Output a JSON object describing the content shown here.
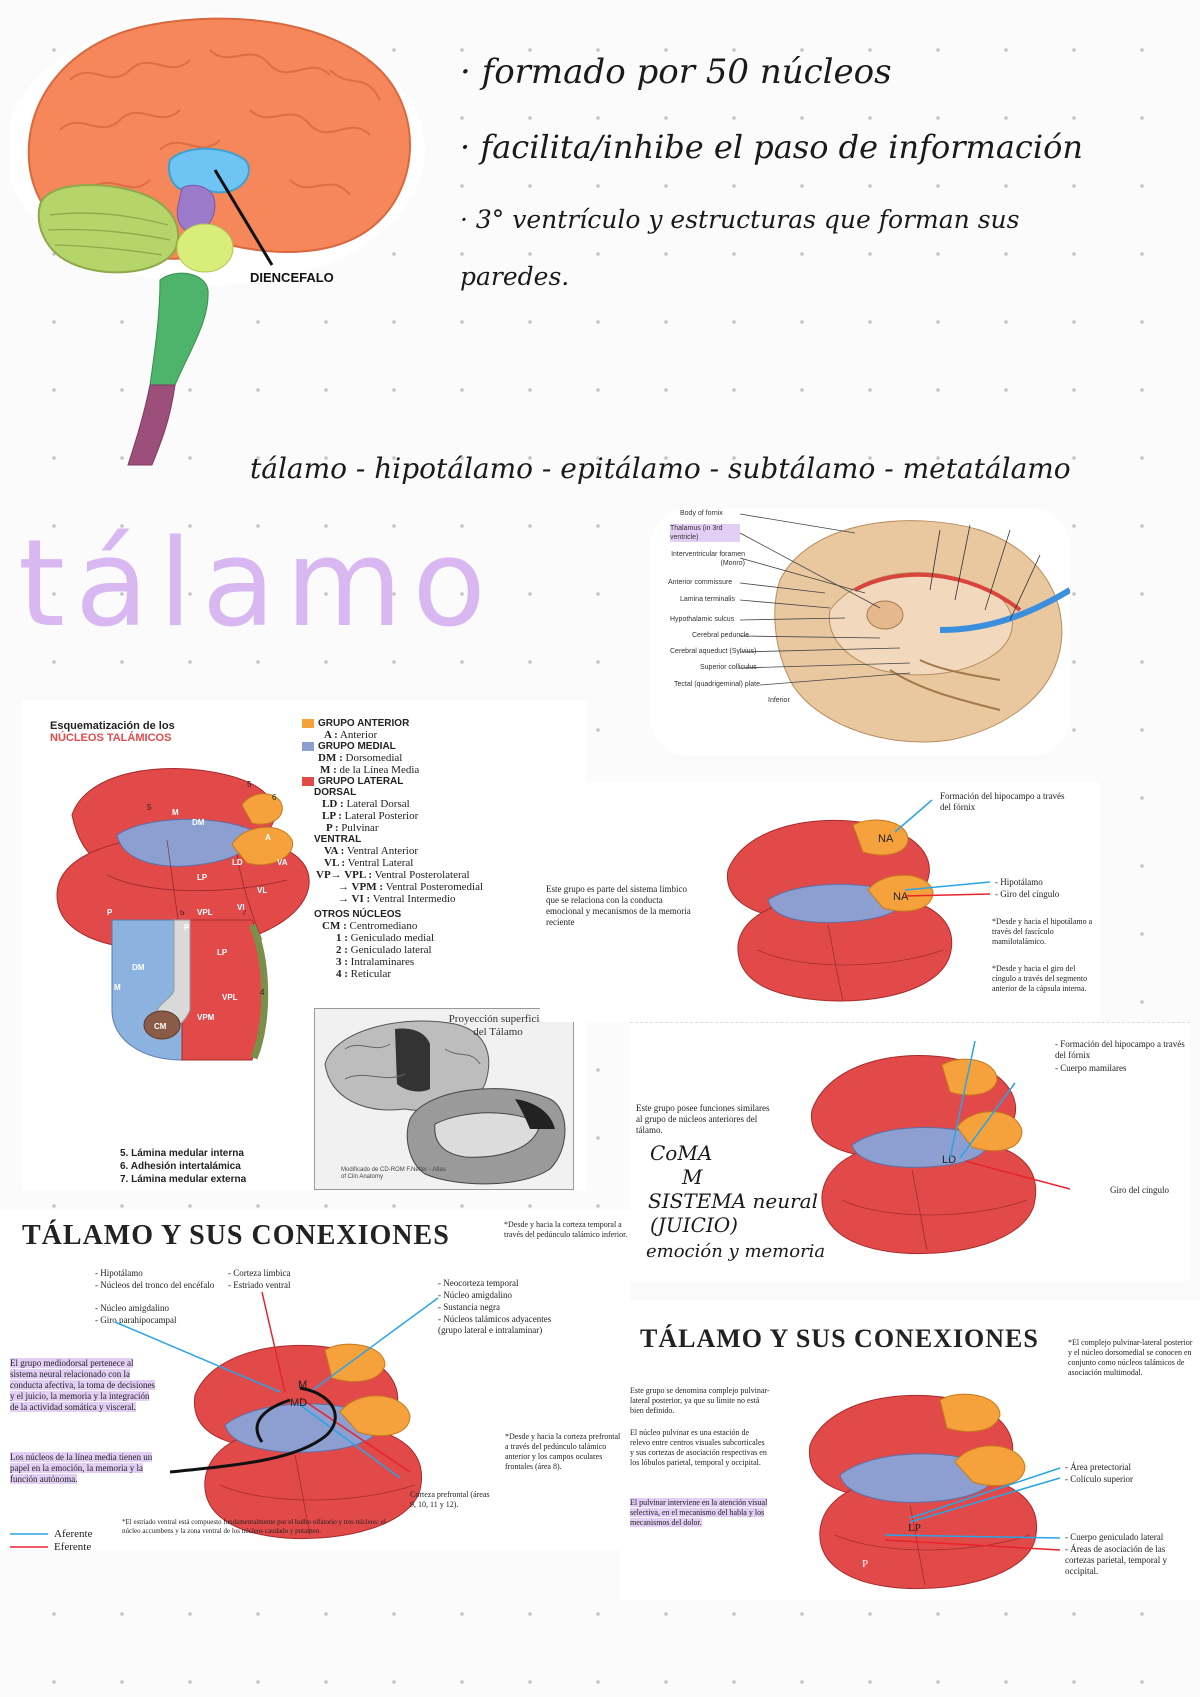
{
  "notes": {
    "line1": "· formado por 50 núcleos",
    "line2": "· facilita/inhibe el paso de información",
    "line3": "· 3° ventrículo y estructuras que forman sus",
    "line4": "paredes.",
    "parts": "tálamo - hipotálamo - epitálamo - subtálamo - metatálamo",
    "title": "tálamo"
  },
  "brain": {
    "label": "DIENCEFALO"
  },
  "sagittal": {
    "labels": [
      "Body of fornix",
      "Thalamus (in 3rd ventricle)",
      "Interventricular foramen (Monro)",
      "Anterior commissure",
      "Lamina terminalis",
      "Hypothalamic sulcus",
      "Cerebral peduncle",
      "Cerebral aqueduct (Sylvius)",
      "Superior colliculus",
      "Tectal (quadrigeminal) plate",
      "Inferior"
    ]
  },
  "nucleos": {
    "title1": "Esquematización de los",
    "title2": "NÚCLEOS TALÁMICOS",
    "grupo_anterior": "GRUPO ANTERIOR",
    "a_code": "A :",
    "a_name": "Anterior",
    "grupo_medial": "GRUPO MEDIAL",
    "dm_code": "DM :",
    "dm_name": "Dorsomedial",
    "m_code": "M :",
    "m_name": "de la Línea Media",
    "grupo_lateral": "GRUPO LATERAL",
    "dorsal": "DORSAL",
    "ld_code": "LD :",
    "ld_name": "Lateral Dorsal",
    "lp_code": "LP :",
    "lp_name": "Lateral Posterior",
    "p_code": "P :",
    "p_name": "Pulvinar",
    "ventral": "VENTRAL",
    "va_code": "VA :",
    "va_name": "Ventral Anterior",
    "vl_code": "VL :",
    "vl_name": "Ventral Lateral",
    "vp_code": "VP→ VPL :",
    "vp_name": "Ventral Posterolateral",
    "vpm_code": "→ VPM :",
    "vpm_name": "Ventral Posteromedial",
    "vi_code": "→ VI :",
    "vi_name": "Ventral Intermedio",
    "otros": "OTROS NÚCLEOS",
    "cm_code": "CM :",
    "cm_name": "Centromediano",
    "n1_code": "1 :",
    "n1_name": "Geniculado medial",
    "n2_code": "2 :",
    "n2_name": "Geniculado lateral",
    "n3_code": "3 :",
    "n3_name": "Intralaminares",
    "n4_code": "4 :",
    "n4_name": "Reticular",
    "lam5": "5. Lámina medular interna",
    "lam6": "6. Adhesión intertalámica",
    "lam7": "7. Lámina medular externa",
    "proyeccion": "Proyección superficial del Tálamo",
    "credit": "Modificado de CD-ROM F.Netter - Atlas of Clin Anatomy"
  },
  "anterior": {
    "desc": "Este grupo es parte del sistema límbico que se relaciona con la conducta emocional y mecanismos de la memoria reciente",
    "lbl_fornix": "Formación del hipocampo a través del fórnix",
    "lbl_hipot": "- Hipotálamo",
    "lbl_giro": "- Giro del cíngulo",
    "note1": "*Desde y hacia el hipotálamo a través del fascículo mamilotalámico.",
    "note2": "*Desde y hacia el giro del cíngulo a través del segmento anterior de la cápsula interna."
  },
  "lateral_dorsal": {
    "desc": "Este grupo posee funciones similares al grupo de núcleos anteriores del tálamo.",
    "lbl1": "- Formación del hipocampo a través del fórnix",
    "lbl2": "- Cuerpo mamilares",
    "lbl3": "Giro del cíngulo",
    "hand1": "CoMA",
    "hand2": "M",
    "hand3": "SISTEMA neural",
    "hand4": "(JUICIO)",
    "hand5": "emoción y memoria"
  },
  "conexiones1": {
    "title": "TÁLAMO Y SUS CONEXIONES",
    "l1": "- Hipotálamo",
    "l2": "- Núcleos del tronco del encéfalo",
    "l3": "- Núcleo amigdalino",
    "l4": "- Giro parahipocampal",
    "l5": "- Corteza límbica",
    "l6": "- Estriado ventral",
    "r1": "- Neocorteza temporal",
    "r2": "- Núcleo amigdalino",
    "r3": "- Sustancia negra",
    "r4": "- Núcleos talámicos adyacentes (grupo lateral e intralaminar)",
    "top_note": "*Desde y hacia la corteza temporal a través del pedúnculo talámico inferior.",
    "left_p1": "El grupo mediodorsal pertenece al sistema neural relacionado con la conducta afectiva, la toma de decisiones y el juicio, la memoria y la integración de la actividad somática y visceral.",
    "left_p2": "Los núcleos de la línea media tienen un papel en la emoción, la memoria y la función autónoma.",
    "mid_note": "*Desde y hacia la corteza prefrontal a través del pedúnculo talámico anterior y los campos oculares frontales (área 8).",
    "corteza": "Corteza prefrontal (áreas 9, 10, 11 y 12).",
    "bottom_note": "*El estriado ventral está compuesto fundamentalmente por el bulbo olfatorio y tres núcleos: el núcleo accumbens y la zona ventral de los núcleos caudado y putamen.",
    "aferente": "Aferente",
    "eferente": "Eferente",
    "lbl_m": "M",
    "lbl_md": "MD"
  },
  "conexiones2": {
    "title": "TÁLAMO Y SUS CONEXIONES",
    "p1": "Este grupo se denomina complejo pulvinar-lateral posterior, ya que su límite no está bien definido.",
    "p2": "El núcleo pulvinar es una estación de relevo entre centros visuales subcorticales y sus cortezas de asociación respectivas en los lóbulos parietal, temporal y occipital.",
    "p3": "El pulvinar interviene en la atención visual selectiva, en el mecanismo del habla y los mecanismos del dolor.",
    "right_note": "*El complejo pulvinar-lateral posterior y el núcleo dorsomedial se conocen en conjunto como núcleos talámicos de asociación multimodal.",
    "r1": "- Área pretectorial",
    "r2": "- Colículo superior",
    "r3": "- Cuerpo geniculado lateral",
    "r4": "- Áreas de asociación de las cortezas parietal, temporal y occipital.",
    "lbl_lp": "LP",
    "lbl_p": "P"
  },
  "colors": {
    "cortex": "#f5875a",
    "thalamus_red": "#e24a4a",
    "thalamus_blue": "#8c9fd0",
    "thalamus_orange": "#f5a23c",
    "highlighter": "#d9b8f2",
    "blue_line": "#2aa4e8",
    "red_line": "#e8242a"
  }
}
